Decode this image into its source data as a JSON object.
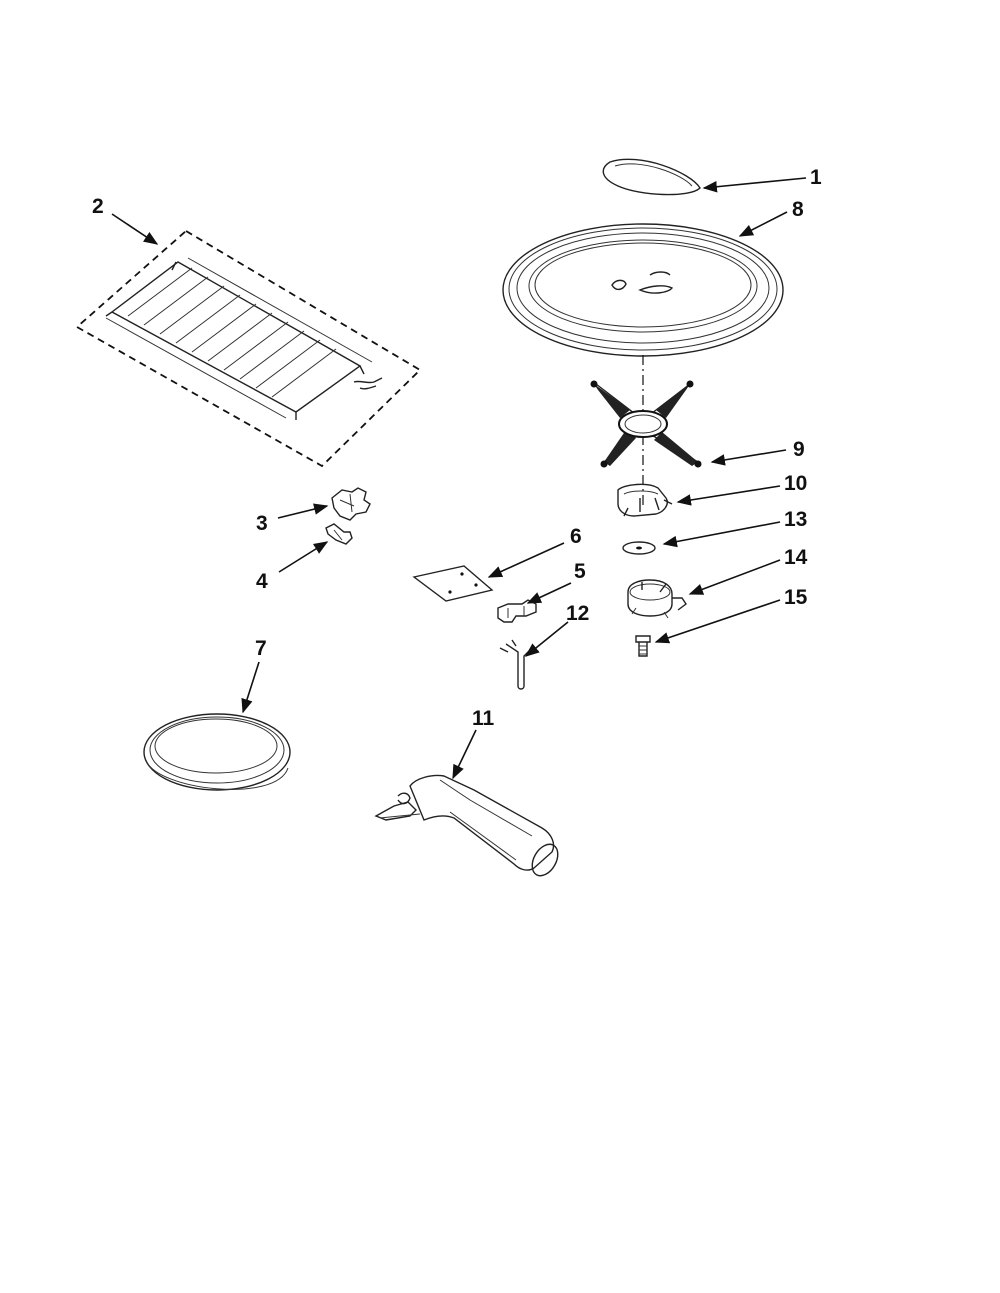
{
  "callouts": {
    "c1": "1",
    "c2": "2",
    "c3": "3",
    "c4": "4",
    "c5": "5",
    "c6": "6",
    "c7": "7",
    "c8": "8",
    "c9": "9",
    "c10": "10",
    "c11": "11",
    "c12": "12",
    "c13": "13",
    "c14": "14",
    "c15": "15"
  },
  "colors": {
    "ink": "#111111",
    "background": "#ffffff"
  }
}
